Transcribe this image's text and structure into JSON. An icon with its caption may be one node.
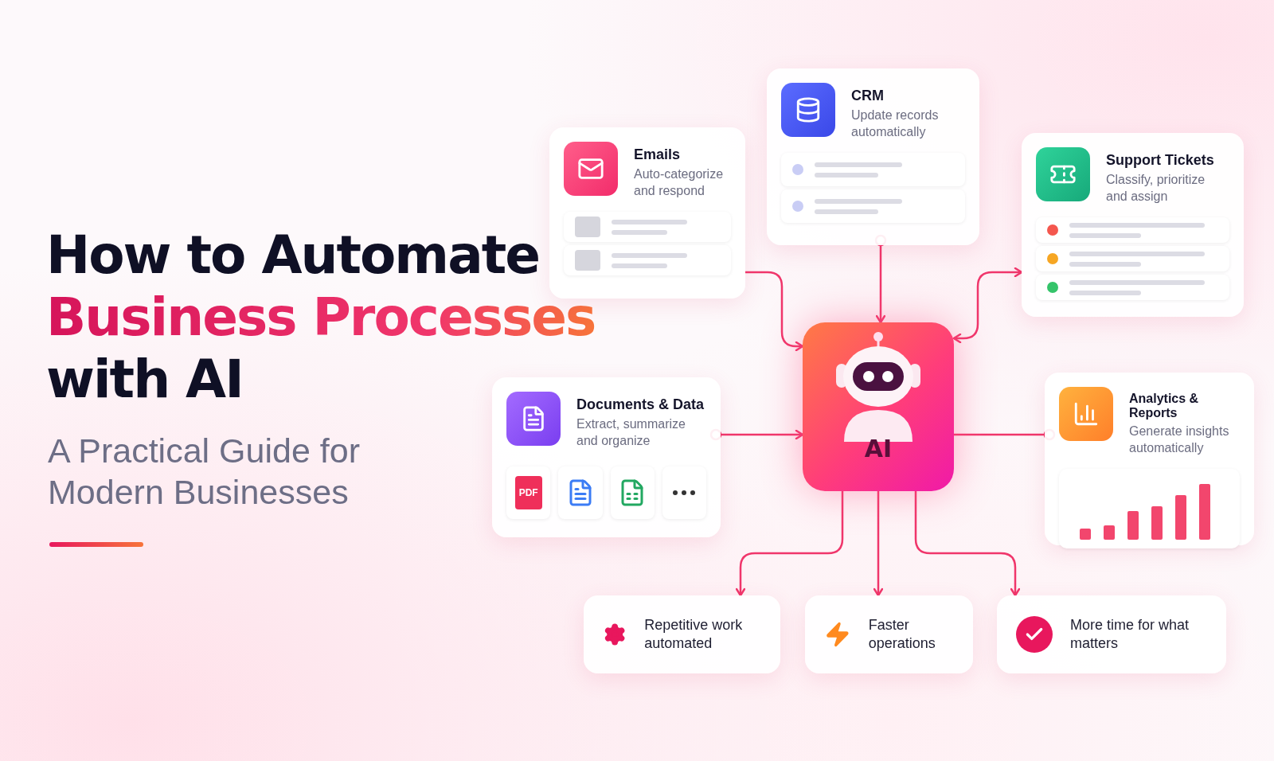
{
  "diagram": {
    "title": "How to Automate **Business Processes** with AI",
    "nodes": [
      {
        "text": [
          "Emails",
          "Auto-categorize and respond"
        ]
      },
      {
        "text": [
          "CRM",
          "Update records automatically"
        ]
      },
      {
        "text": [
          "Support Tickets",
          "Classify, prioritize and assign"
        ]
      },
      {
        "text": [
          "Documents & Data",
          "Extract, summarize and organize"
        ]
      },
      {
        "text": [
          "AI"
        ]
      },
      {
        "text": [
          "Analytics & Reports",
          "Generate insights automatically"
        ]
      },
      {
        "text": [
          "Repetitive work automated"
        ]
      },
      {
        "text": [
          "Faster operations"
        ]
      },
      {
        "text": [
          "More time for what matters"
        ]
      }
    ],
    "edges": [
      {
        "from": 0,
        "to": 4,
        "arrow": "to"
      },
      {
        "from": 1,
        "to": 4,
        "arrow": "to"
      },
      {
        "from": 4,
        "to": 2,
        "arrow": "both"
      },
      {
        "from": 3,
        "to": 4,
        "arrow": "to"
      },
      {
        "from": 4,
        "to": 5,
        "arrow": "other"
      },
      {
        "from": 4,
        "to": 6,
        "arrow": "to"
      },
      {
        "from": 4,
        "to": 7,
        "arrow": "to"
      },
      {
        "from": 4,
        "to": 8,
        "arrow": "to"
      }
    ],
    "labels": [
      "A Practical Guide for Modern Businesses",
      "PDF"
    ]
  }
}
